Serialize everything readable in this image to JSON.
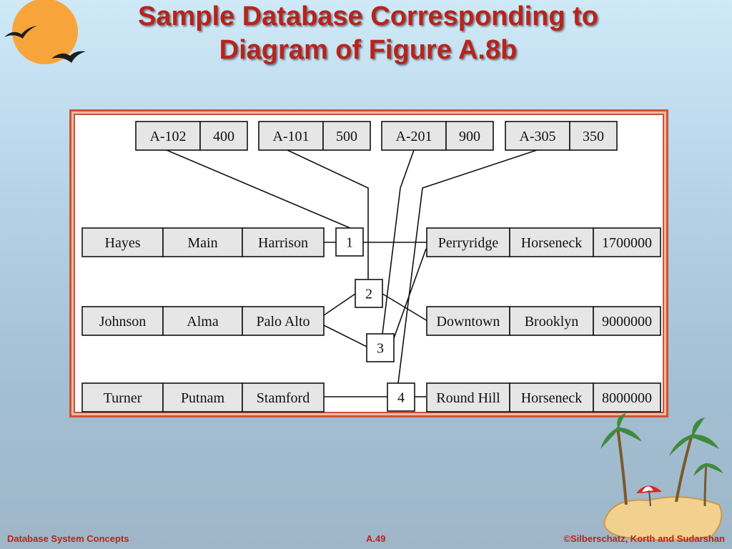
{
  "title": {
    "line1": "Sample Database Corresponding to",
    "line2": "Diagram of Figure A.8b"
  },
  "accounts": [
    {
      "account_number": "A-102",
      "balance": "400"
    },
    {
      "account_number": "A-101",
      "balance": "500"
    },
    {
      "account_number": "A-201",
      "balance": "900"
    },
    {
      "account_number": "A-305",
      "balance": "350"
    }
  ],
  "customers": [
    {
      "name": "Hayes",
      "street": "Main",
      "city": "Harrison"
    },
    {
      "name": "Johnson",
      "street": "Alma",
      "city": "Palo Alto"
    },
    {
      "name": "Turner",
      "street": "Putnam",
      "city": "Stamford"
    }
  ],
  "branches": [
    {
      "name": "Perryridge",
      "city": "Horseneck",
      "assets": "1700000"
    },
    {
      "name": "Downtown",
      "city": "Brooklyn",
      "assets": "9000000"
    },
    {
      "name": "Round Hill",
      "city": "Horseneck",
      "assets": "8000000"
    }
  ],
  "links": [
    "1",
    "2",
    "3",
    "4"
  ],
  "footer": {
    "left": "Database System Concepts",
    "center": "A.49",
    "right": "©Silberschatz, Korth and Sudarshan"
  },
  "colors": {
    "title": "#b8231c",
    "frame_border": "#c9543a",
    "cell_fill": "#e6e6e6",
    "sun": "#f7a53a"
  },
  "icons": [
    "sun-icon",
    "bird-icon",
    "palm-tree-island-icon",
    "beach-umbrella-icon"
  ]
}
